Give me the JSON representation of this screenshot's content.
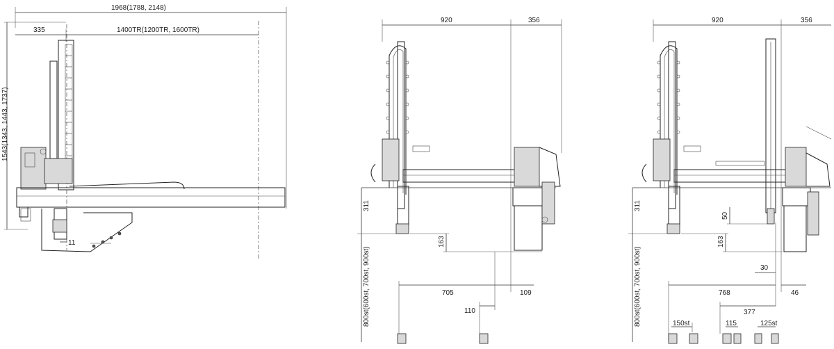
{
  "colors": {
    "line": "#222222",
    "background": "#ffffff",
    "fill": "#d9d9d9"
  },
  "side_view": {
    "overall_width": "1968(1788, 2148)",
    "left_offset": "335",
    "traverse": "1400TR(1200TR, 1600TR)",
    "overall_height": "1543(1343, 1443, 1737)",
    "small_gap": "11"
  },
  "front_view_1": {
    "width_main": "920",
    "width_side": "356",
    "top_height": "311",
    "drop": "163",
    "stroke": "800st(600st, 700st, 900st)",
    "offset_a": "705",
    "offset_b": "109",
    "offset_c": "110"
  },
  "front_view_2": {
    "width_main": "920",
    "width_side": "356",
    "top_height": "311",
    "gap_50": "50",
    "drop": "163",
    "offset_30": "30",
    "offset_a": "768",
    "offset_b": "46",
    "offset_c": "377",
    "stroke": "800st(600st, 700st, 900st)",
    "sub_stroke_1": "150st",
    "sub_stroke_2": "115",
    "sub_stroke_3": "125st"
  }
}
